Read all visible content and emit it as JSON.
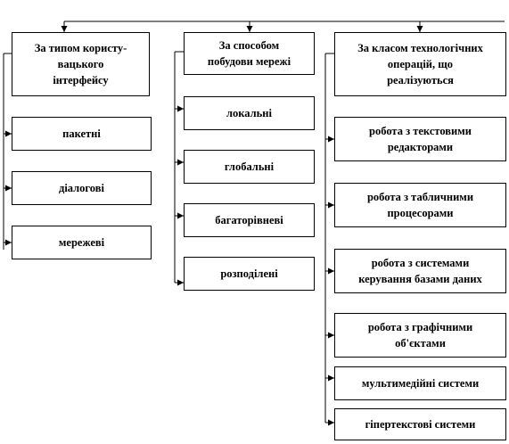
{
  "columns": [
    {
      "header": "За типом користу-\nвацького\nінтерфейсу",
      "items": [
        "пакетні",
        "діалогові",
        "мережеві"
      ]
    },
    {
      "header": "За способом\nпобудови мережі",
      "items": [
        "локальні",
        "глобальні",
        "багаторівневі",
        "розподілені"
      ]
    },
    {
      "header": "За класом технологічних\nоперацій, що\nреалізуються",
      "items": [
        "робота з текстовими\nредакторами",
        "робота з табличними\nпроцесорами",
        "робота з системами\nкерування базами даних",
        "робота з графічними\nоб'єктами",
        "мультимедійні системи",
        "гіпертекстові системи"
      ]
    }
  ]
}
